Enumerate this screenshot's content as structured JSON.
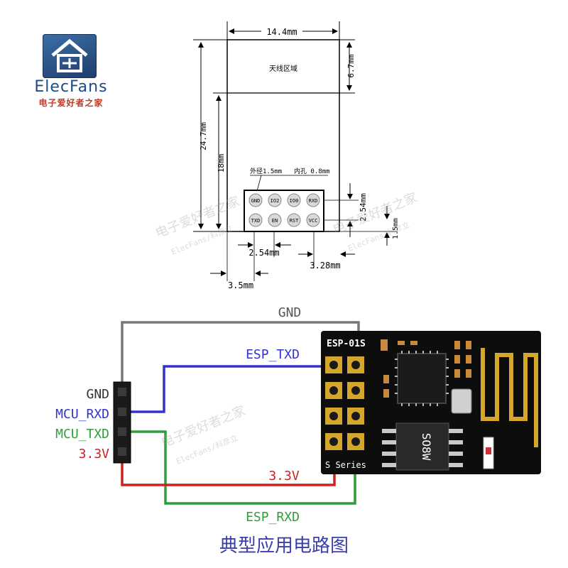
{
  "logo": {
    "brand": "ElecFans",
    "subtitle": "电子爱好者之家",
    "colors": {
      "brand": "#1e4b86",
      "subtitle": "#c0392b"
    }
  },
  "dimensions": {
    "width": "14.4mm",
    "antenna_height": "6.7mm",
    "total_height": "24.7mm",
    "pin_area_height": "18mm",
    "antenna_area_label": "天线区域",
    "pad_note_outer": "外径1.5mm",
    "pad_note_inner": "内孔 0.8mm",
    "pin_pitch_v": "2.54mm",
    "pin_pitch_h": "2.54mm",
    "edge_offset": "1.5mm",
    "right_offset": "3.28mm",
    "left_offset": "3.5mm",
    "pins_top": [
      "GND",
      "IO2",
      "IO0",
      "RXD"
    ],
    "pins_bottom": [
      "TXD",
      "EN",
      "RST",
      "VCC"
    ]
  },
  "watermarks": [
    {
      "main": "电子爱好者之家",
      "sub": "ElecFans/科彦立"
    },
    {
      "main": "电子爱好者之家",
      "sub": "ElecFans/科彦立"
    },
    {
      "main": "电子爱好者之家",
      "sub": "ElecFans/科彦立"
    }
  ],
  "circuit": {
    "header_labels": [
      "GND",
      "MCU_RXD",
      "MCU_TXD",
      "3.3V"
    ],
    "wire_gnd": "GND",
    "wire_esp_txd": "ESP_TXD",
    "wire_3v3": "3.3V",
    "wire_esp_rxd": "ESP_RXD",
    "module_name": "ESP-01S",
    "series_label": "S Series",
    "chip_label": "SO8W",
    "colors": {
      "gnd": "#777777",
      "txd": "#3333cc",
      "rxd": "#2e9e3a",
      "v33": "#cc2222",
      "board": "#111111",
      "gold": "#d4a72c"
    }
  },
  "caption": "典型应用电路图"
}
